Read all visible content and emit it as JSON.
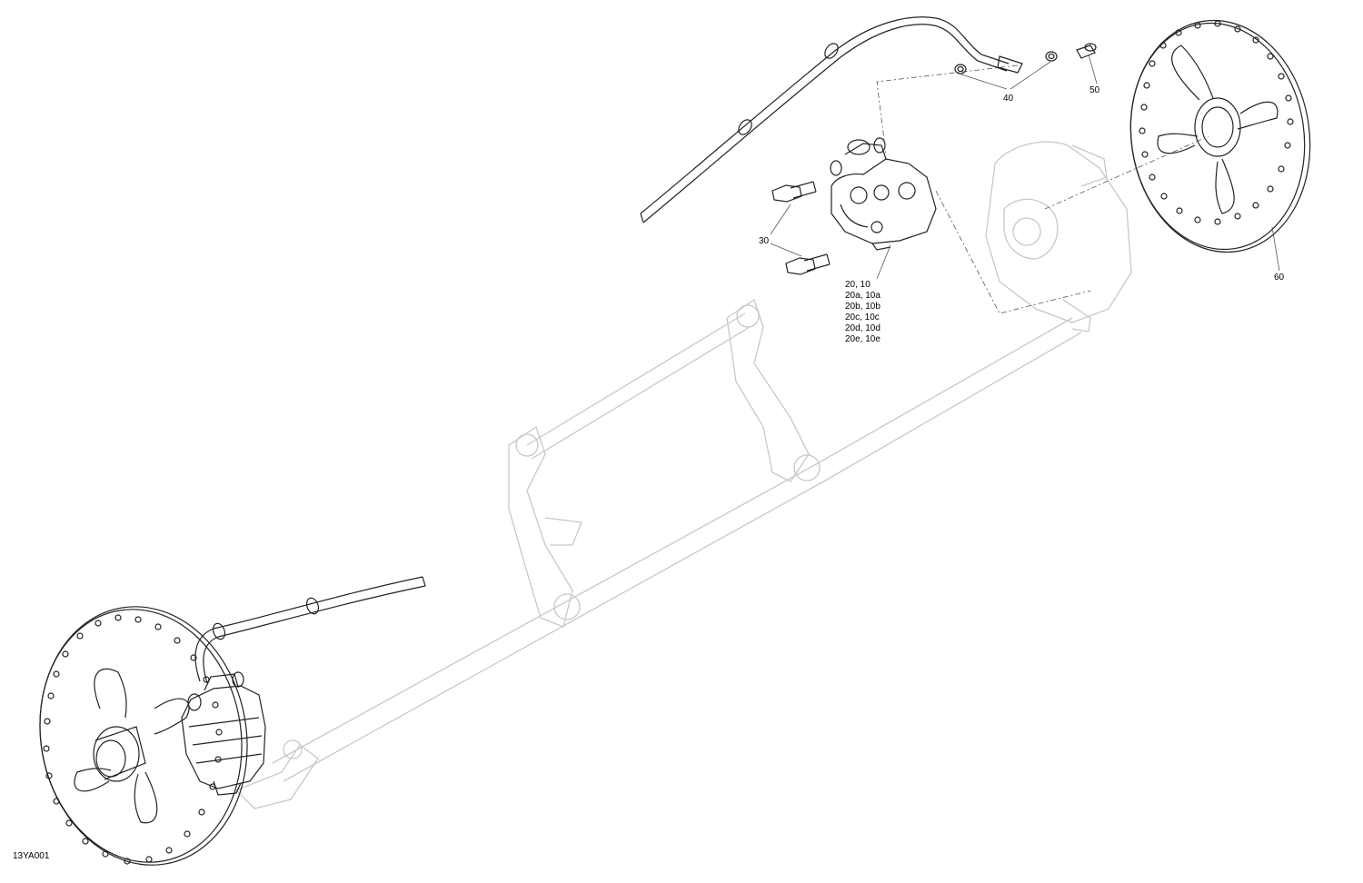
{
  "diagram": {
    "figure_code": "13YA001",
    "callouts": {
      "c40": "40",
      "c50": "50",
      "c30": "30",
      "c60": "60"
    },
    "caliper_callouts": [
      "20, 10",
      "20a, 10a",
      "20b, 10b",
      "20c, 10c",
      "20d, 10d",
      "20e, 10e"
    ]
  },
  "colors": {
    "ink": "#222222",
    "ghost": "#c8c8c8",
    "leader": "#555555"
  }
}
